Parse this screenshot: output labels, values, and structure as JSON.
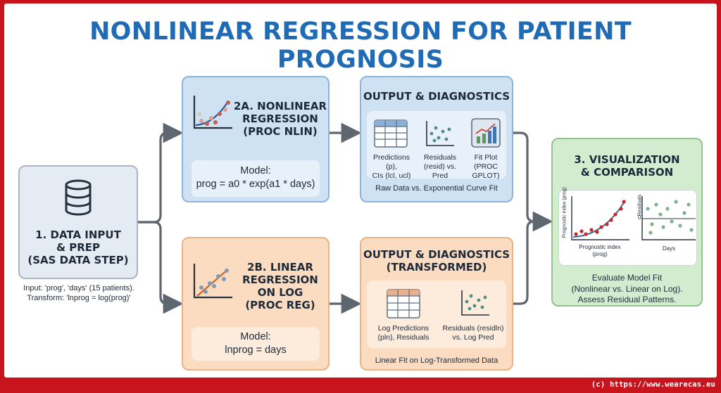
{
  "title": "NONLINEAR REGRESSION FOR PATIENT PROGNOSIS",
  "footer": "(c) https://www.wearecas.eu",
  "colors": {
    "border": "#c8141c",
    "title": "#1f6bb5",
    "blue_panel": "#cfe2f3",
    "orange_panel": "#fbdcc0",
    "green_panel": "#d3ecd0",
    "gray_panel": "#e4ebf2"
  },
  "input": {
    "icon": "database-icon",
    "heading_1": "1. DATA INPUT",
    "heading_2": "& PREP",
    "heading_3": "(SAS DATA STEP)",
    "note_1": "Input: 'prog', 'days' (15 patients).",
    "note_2": "Transform: 'lnprog = log(prog)'"
  },
  "nlin": {
    "icon": "scatter-curve-icon",
    "heading_1": "2A. NONLINEAR",
    "heading_2": "REGRESSION",
    "heading_3": "(PROC NLIN)",
    "model_label": "Model:",
    "model_formula": "prog = a0 * exp(a1 * days)"
  },
  "output1": {
    "heading": "OUTPUT & DIAGNOSTICS",
    "items": [
      {
        "icon": "table-icon",
        "line_1": "Predictions (p),",
        "line_2": "CIs (lcl, ucl)"
      },
      {
        "icon": "residual-scatter-icon",
        "line_1": "Residuals",
        "line_2": "(resid) vs. Pred"
      },
      {
        "icon": "bar-chart-icon",
        "line_1": "Fit Plot",
        "line_2": "(PROC GPLOT)"
      }
    ],
    "caption": "Raw Data vs. Exponential Curve Fit"
  },
  "reg": {
    "icon": "scatter-line-icon",
    "heading_1": "2B. LINEAR",
    "heading_2": "REGRESSION",
    "heading_3": "ON LOG",
    "heading_4": "(PROC REG)",
    "model_label": "Model:",
    "model_formula": "lnprog = days"
  },
  "output2": {
    "heading_1": "OUTPUT & DIAGNOSTICS",
    "heading_2": "(TRANSFORMED)",
    "items": [
      {
        "icon": "table-icon",
        "line_1": "Log Predictions",
        "line_2": "(pln), Residuals"
      },
      {
        "icon": "residual-scatter-icon",
        "line_1": "Residuals (residln)",
        "line_2": "vs. Log Pred"
      }
    ],
    "caption": "Linear Fit on Log-Transformed Data"
  },
  "vis": {
    "heading_1": "3. VISUALIZATION",
    "heading_2": "& COMPARISON",
    "plot1": {
      "ylabel": "Prognostic index (prog)",
      "xlabel_1": "Prognostic index",
      "xlabel_2": "(prog)"
    },
    "plot2": {
      "ylabel": "Residuals",
      "zero": "0",
      "xlabel": "Days"
    },
    "text_1": "Evaluate Model Fit",
    "text_2": "(Nonlinear vs. Linear on Log).",
    "text_3": "Assess Residual Patterns."
  }
}
